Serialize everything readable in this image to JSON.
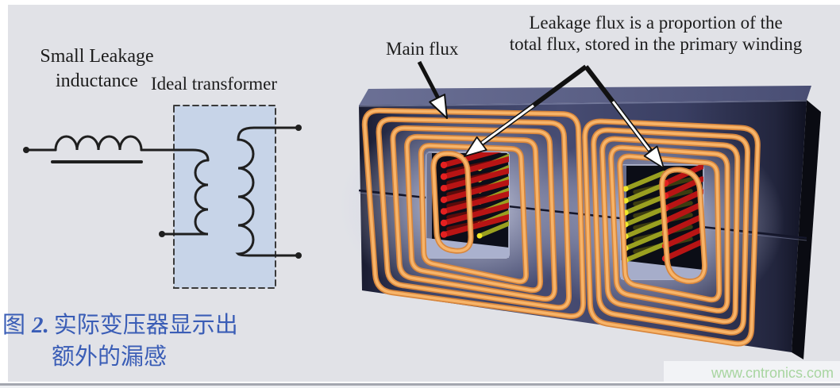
{
  "figure": {
    "type": "transformer-leakage-inductance-diagram"
  },
  "circuit": {
    "inductor_label": "Small Leakage inductance",
    "transformer_label": "Ideal transformer",
    "box_fill": "#c7d4e8",
    "line_color": "#1f1f1f"
  },
  "diagram3d": {
    "labels": {
      "main_flux": "Main flux",
      "leakage_line1": "Leakage flux is a proportion of the",
      "leakage_line2": "total flux, stored in the primary winding"
    },
    "colors": {
      "core_front": "#3c4166",
      "core_top": "#62678c",
      "core_side": "#0a0b12",
      "flux_loop_outer": "#d8863c",
      "flux_loop_inner": "#f7b469",
      "primary_winding_red": "#b81414",
      "primary_cap_red": "#e42020",
      "secondary_winding_yellow": "#9aa020",
      "secondary_cap_yellow": "#f0e828",
      "window_floor": "#aab1ce",
      "arrow_fill": "#ffffff",
      "arrow_outline": "#111111"
    }
  },
  "caption": {
    "figure_label": "图",
    "figure_number": "2.",
    "text_line1": "实际变压器显示出",
    "text_line2": "额外的漏感",
    "color": "#3a5db6"
  },
  "watermark": {
    "text": "www.cntronics.com",
    "color": "#a8d5a0"
  }
}
